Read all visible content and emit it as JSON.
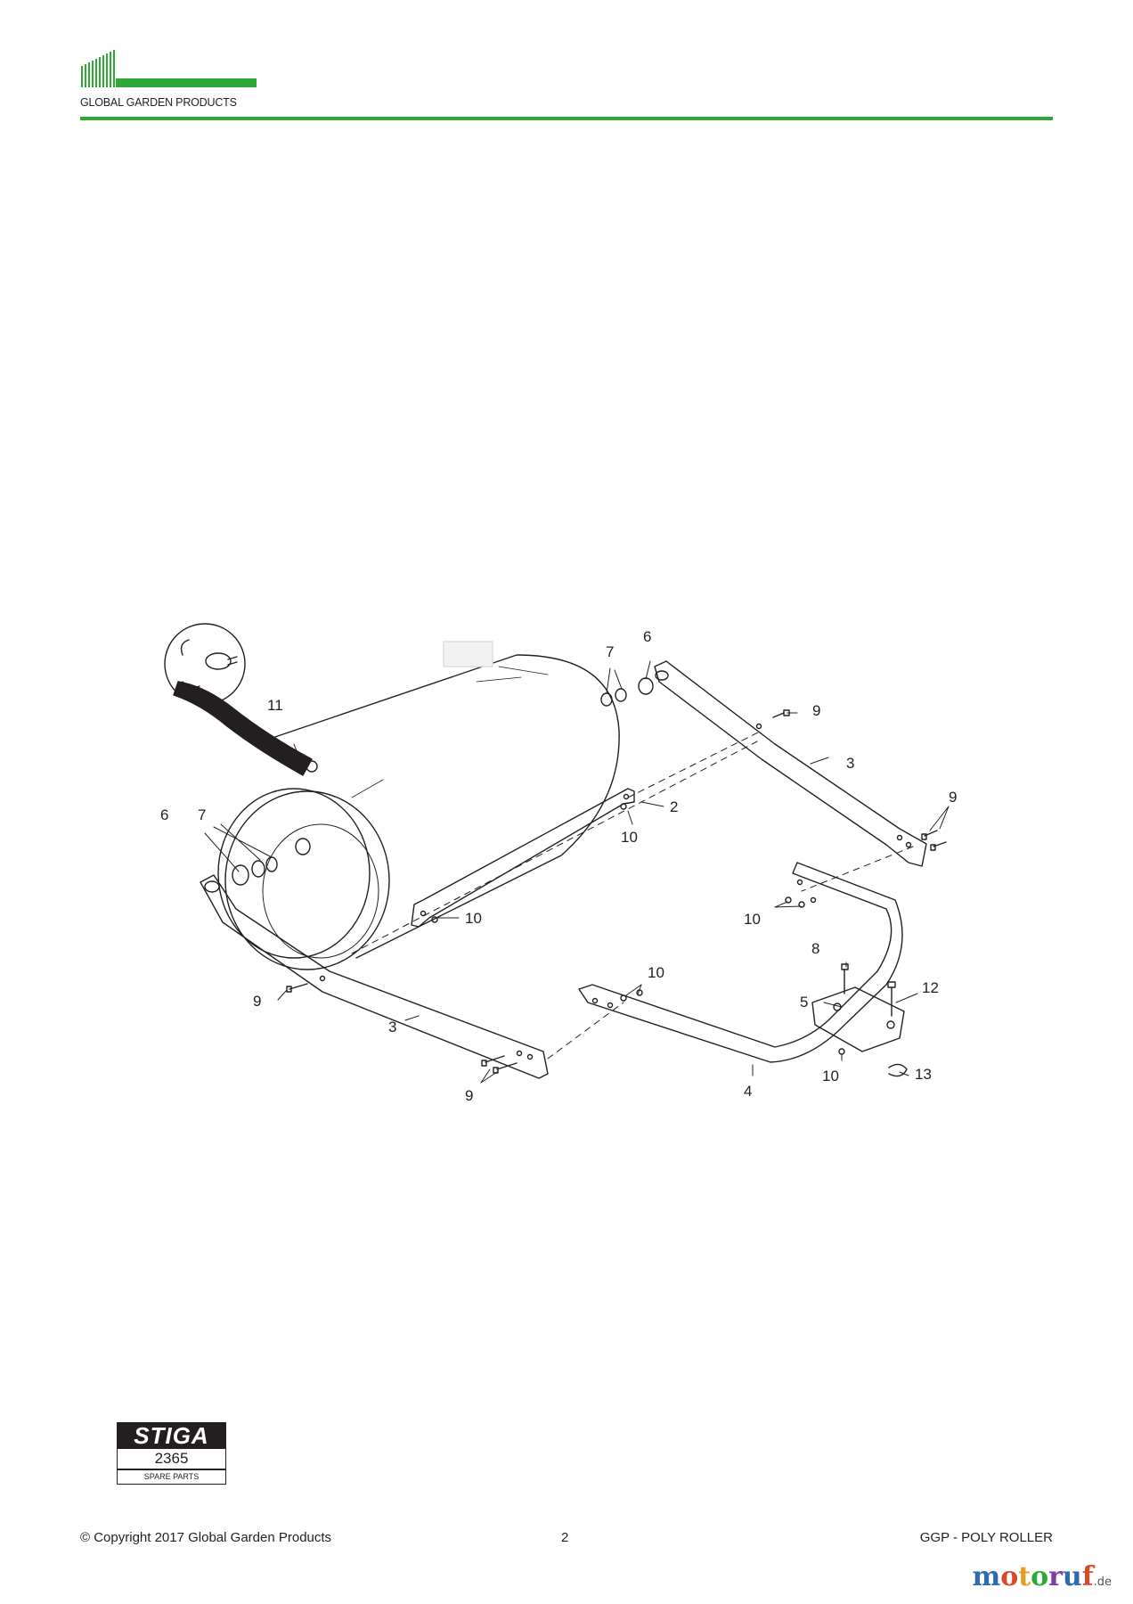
{
  "header": {
    "brand_name": "GLOBAL GARDEN PRODUCTS",
    "accent_color": "#2ea836"
  },
  "diagram": {
    "callouts": {
      "c11": "11",
      "c7_left": "7",
      "c6_left": "6",
      "c7_right": "7",
      "c6_right": "6",
      "c9_top": "9",
      "c3_right": "3",
      "c9_right": "9",
      "c2": "2",
      "c10_center": "10",
      "c10_bracket": "10",
      "c10_rightframe": "10",
      "c8": "8",
      "c12": "12",
      "c5": "5",
      "c10_handle": "10",
      "c10_bottom": "10",
      "c13": "13",
      "c9_left": "9",
      "c3_left": "3",
      "c9_bottom": "9",
      "c4": "4"
    }
  },
  "stiga": {
    "brand": "STIGA",
    "code": "2365",
    "label": "SPARE PARTS"
  },
  "footer": {
    "copyright": "© Copyright 2017 Global Garden Products",
    "page_number": "2",
    "document_title": "GGP - POLY ROLLER"
  },
  "watermark": {
    "text": "motoruf",
    "suffix": ".de"
  }
}
